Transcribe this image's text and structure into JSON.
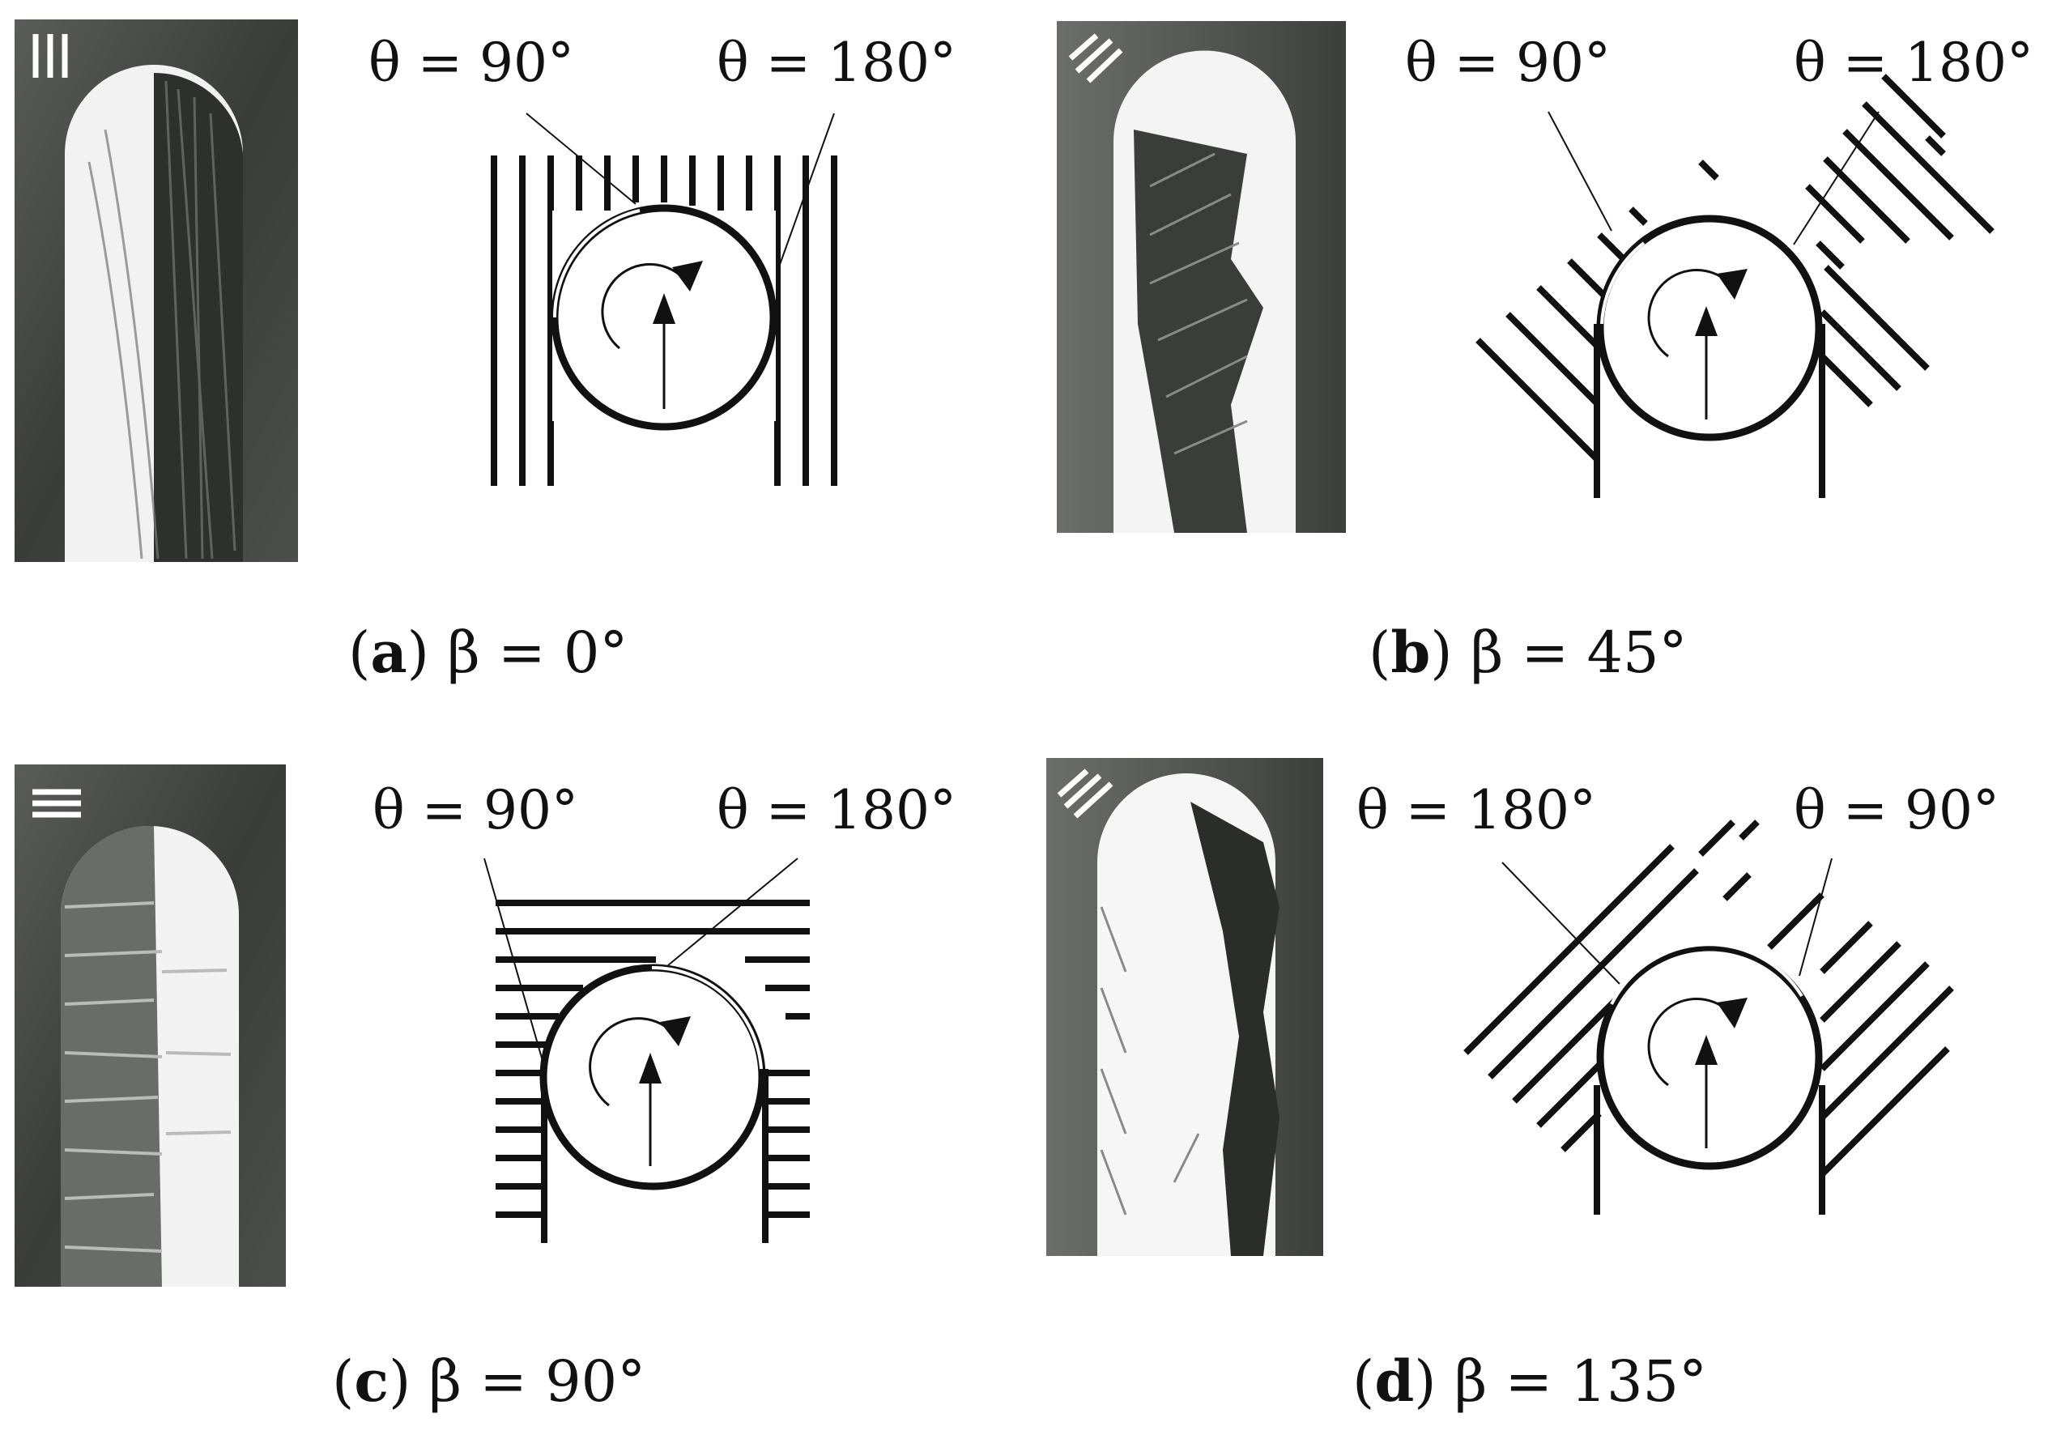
{
  "panels": [
    {
      "id": "a",
      "photo_marker": "vertical-lines",
      "theta_left": "θ = 90°",
      "theta_right": "θ = 180°",
      "caption_letter": "a",
      "caption_rest": "β = 0°",
      "fiber_angle_deg": 0
    },
    {
      "id": "b",
      "photo_marker": "diagonal-lines-45",
      "theta_left": "θ = 90°",
      "theta_right": "θ = 180°",
      "caption_letter": "b",
      "caption_rest": "β = 45°",
      "fiber_angle_deg": 45
    },
    {
      "id": "c",
      "photo_marker": "horizontal-lines",
      "theta_left": "θ = 90°",
      "theta_right": "θ = 180°",
      "caption_letter": "c",
      "caption_rest": "β = 90°",
      "fiber_angle_deg": 90
    },
    {
      "id": "d",
      "photo_marker": "diagonal-lines-135",
      "theta_left": "θ = 180°",
      "theta_right": "θ = 90°",
      "caption_letter": "d",
      "caption_rest": "β = 135°",
      "fiber_angle_deg": 135
    }
  ],
  "colors": {
    "ink": "#111111",
    "photo_dark": "#3b3d3b",
    "photo_light": "#f4f4f4"
  }
}
